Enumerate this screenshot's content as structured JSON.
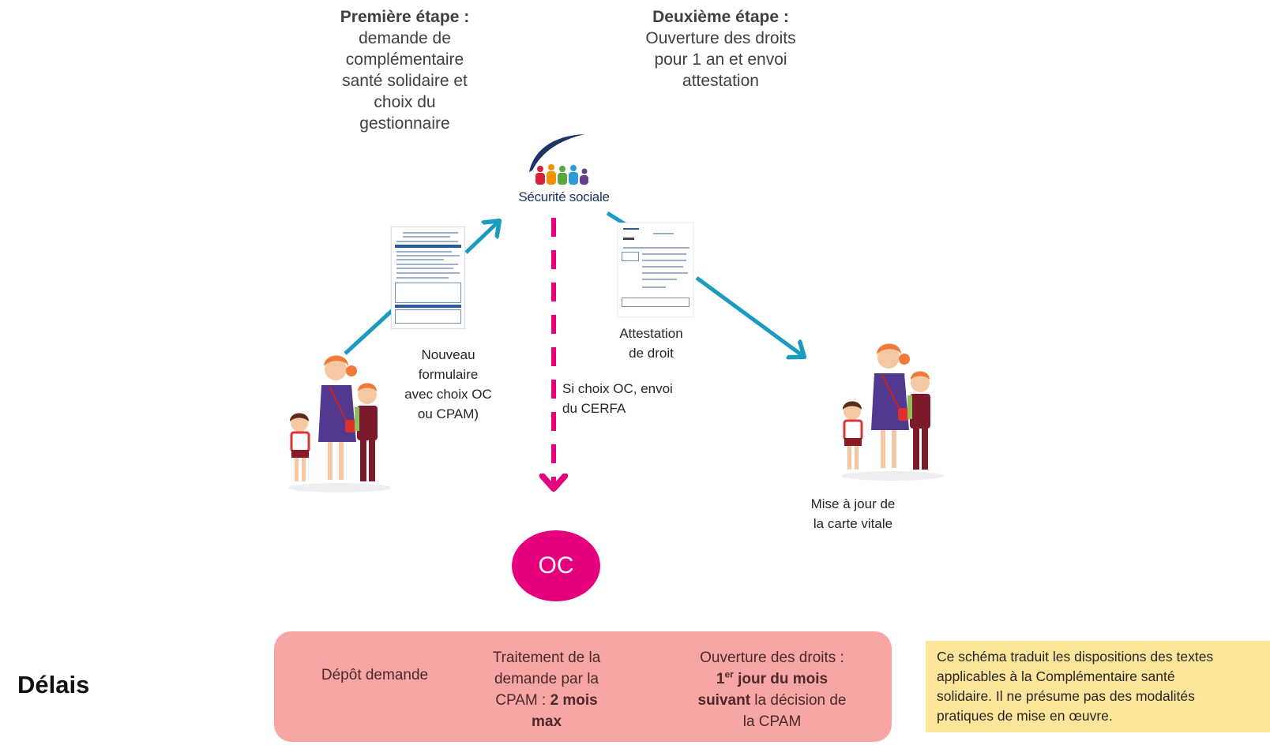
{
  "steps": {
    "first": {
      "heading": "Première étape :",
      "lines": [
        "demande de",
        "complémentaire",
        "santé solidaire et",
        "choix du",
        "gestionnaire"
      ]
    },
    "second": {
      "heading": "Deuxième étape :",
      "lines": [
        "Ouverture des droits",
        "pour 1 an et envoi",
        "attestation"
      ]
    }
  },
  "logo": {
    "text": "Sécurité sociale",
    "figure_colors": [
      "#d6223b",
      "#f39200",
      "#5aa83c",
      "#2f9ad6",
      "#6a3d8f"
    ],
    "swoosh_color": "#1e3467"
  },
  "labels": {
    "form": [
      "Nouveau",
      "formulaire",
      "avec choix OC",
      "ou CPAM)"
    ],
    "attestation": [
      "Attestation",
      "de droit"
    ],
    "cerfa": [
      "Si choix OC, envoi",
      "du CERFA"
    ],
    "vitale": [
      "Mise à jour de",
      "la carte vitale"
    ]
  },
  "oc": {
    "text": "OC",
    "color": "#e6007e"
  },
  "colors": {
    "arrow": "#1a9bbf",
    "dashed_arrow": "#e6007e",
    "timeline_bg": "#f7a5a5",
    "note_bg": "#fde59a"
  },
  "delais": {
    "label": "Délais",
    "cells": [
      {
        "text": "Dépôt demande"
      },
      {
        "lines": [
          "Traitement de la",
          "demande par la"
        ],
        "line3_normal": "CPAM : ",
        "line3_bold": "2 mois",
        "line4_bold": "max"
      },
      {
        "line1": "Ouverture des droits :",
        "line2_num": "1",
        "line2_sup": "er",
        "line2_bold": " jour du mois",
        "line3_bold": "suivant",
        "line3_normal": " la décision de",
        "line4": "la CPAM"
      }
    ]
  },
  "note": {
    "lines": [
      "Ce schéma traduit les dispositions des textes",
      "applicables à la Complémentaire santé",
      "solidaire. Il ne présume pas des modalités",
      "pratiques de mise en œuvre."
    ]
  }
}
